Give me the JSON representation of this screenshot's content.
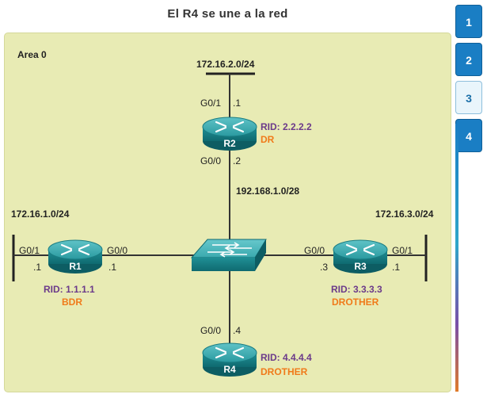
{
  "title": "El R4 se une a la red",
  "area_label": "Area 0",
  "networks": {
    "top": "172.16.2.0/24",
    "left": "172.16.1.0/24",
    "right": "172.16.3.0/24",
    "center": "192.168.1.0/28"
  },
  "routers": {
    "r1": {
      "name": "R1",
      "if_left": "G0/1",
      "if_left_ip": ".1",
      "if_right": "G0/0",
      "if_right_ip": ".1",
      "rid": "RID: 1.1.1.1",
      "role": "BDR"
    },
    "r2": {
      "name": "R2",
      "if_top": "G0/1",
      "if_top_ip": ".1",
      "if_bottom": "G0/0",
      "if_bottom_ip": ".2",
      "rid": "RID: 2.2.2.2",
      "role": "DR"
    },
    "r3": {
      "name": "R3",
      "if_left": "G0/0",
      "if_left_ip": ".3",
      "if_right": "G0/1",
      "if_right_ip": ".1",
      "rid": "RID: 3.3.3.3",
      "role": "DROTHER"
    },
    "r4": {
      "name": "R4",
      "if_top": "G0/0",
      "if_top_ip": ".4",
      "rid": "RID: 4.4.4.4",
      "role": "DROTHER"
    }
  },
  "tabs": [
    "1",
    "2",
    "3",
    "4"
  ],
  "active_tab": "3",
  "colors": {
    "area_bg": "#e8ebb4",
    "router": "#1d8a90",
    "rid": "#6b3a8a",
    "role": "#f07a1a",
    "tab": "#1a7ec4"
  }
}
